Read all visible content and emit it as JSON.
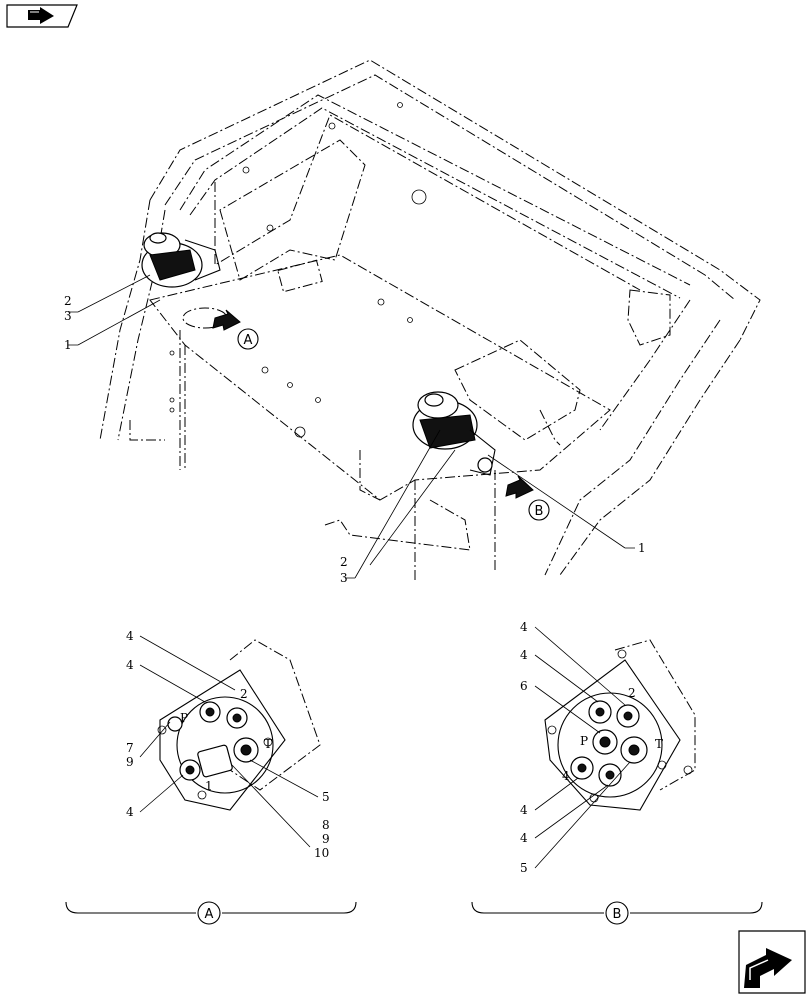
{
  "diagram": {
    "main_view": {
      "callouts_left": [
        "2",
        "3",
        "1"
      ],
      "callouts_center": [
        "2",
        "3"
      ],
      "callout_right": "1",
      "view_marker_a": "A",
      "view_marker_b": "B"
    },
    "detail_a": {
      "callouts": [
        "4",
        "4",
        "7",
        "9",
        "4",
        "5",
        "8",
        "9",
        "10"
      ],
      "port_labels": [
        "P",
        "2",
        "T",
        "1"
      ],
      "label": "A"
    },
    "detail_b": {
      "callouts": [
        "4",
        "4",
        "6",
        "4",
        "4",
        "5"
      ],
      "port_labels": [
        "P",
        "2",
        "T",
        "4"
      ],
      "label": "B"
    }
  },
  "navigation": {
    "back_icon": "back-arrow-icon",
    "next_icon": "next-arrow-icon"
  }
}
